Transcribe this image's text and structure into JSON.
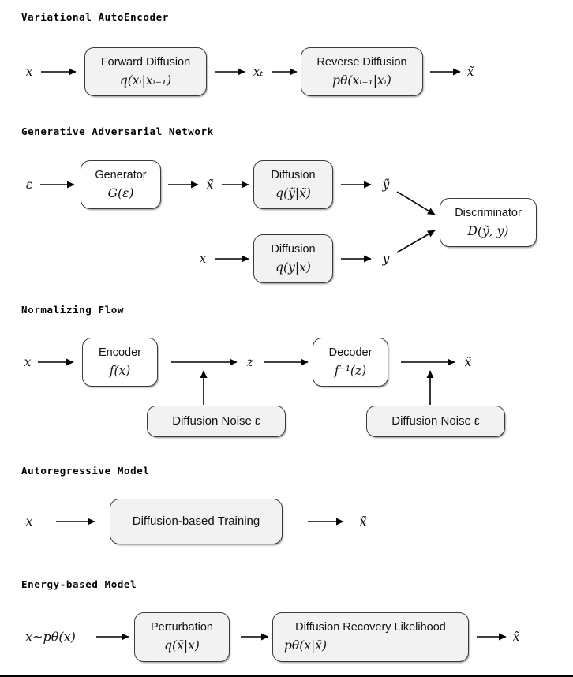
{
  "figure": {
    "background": "#ffffff",
    "box_fill_gray": "#f2f2f2",
    "box_fill_white": "#ffffff",
    "box_border": "#3a3a3a",
    "text_color": "#111111"
  },
  "sections": [
    {
      "heading": "Variational AutoEncoder",
      "nodes": [
        {
          "name": "input-x",
          "label": "x"
        },
        {
          "name": "forward-diffusion",
          "title": "Forward Diffusion",
          "formula": "q(xᵢ|xᵢ₋₁)"
        },
        {
          "name": "latent-xT",
          "label": "xₜ"
        },
        {
          "name": "reverse-diffusion",
          "title": "Reverse Diffusion",
          "formula": "pθ(xᵢ₋₁|xᵢ)"
        },
        {
          "name": "output-xtilde",
          "label": "x̃"
        }
      ]
    },
    {
      "heading": "Generative Adversarial Network",
      "nodes": [
        {
          "name": "input-epsilon",
          "label": "ε"
        },
        {
          "name": "generator",
          "title": "Generator",
          "formula": "G(ε)"
        },
        {
          "name": "generated-xtilde",
          "label": "x̃"
        },
        {
          "name": "diffusion-fake",
          "title": "Diffusion",
          "formula": "q(ỹ|x̃)"
        },
        {
          "name": "ytilde",
          "label": "ỹ"
        },
        {
          "name": "input-x",
          "label": "x"
        },
        {
          "name": "diffusion-real",
          "title": "Diffusion",
          "formula": "q(y|x)"
        },
        {
          "name": "y",
          "label": "y"
        },
        {
          "name": "discriminator",
          "title": "Discriminator",
          "formula": "D(ỹ, y)"
        }
      ]
    },
    {
      "heading": "Normalizing Flow",
      "nodes": [
        {
          "name": "input-x",
          "label": "x"
        },
        {
          "name": "encoder",
          "title": "Encoder",
          "formula": "f(x)"
        },
        {
          "name": "latent-z",
          "label": "z"
        },
        {
          "name": "decoder",
          "title": "Decoder",
          "formula": "f⁻¹(z)"
        },
        {
          "name": "output-xtilde",
          "label": "x̃"
        },
        {
          "name": "diffusion-noise-left",
          "title": "Diffusion Noise  ε"
        },
        {
          "name": "diffusion-noise-right",
          "title": "Diffusion Noise  ε"
        }
      ]
    },
    {
      "heading": "Autoregressive Model",
      "nodes": [
        {
          "name": "input-x",
          "label": "x"
        },
        {
          "name": "diffusion-based-training",
          "title": "Diffusion-based Training"
        },
        {
          "name": "output-xtilde",
          "label": "x̃"
        }
      ]
    },
    {
      "heading": "Energy-based Model",
      "nodes": [
        {
          "name": "input-x-dist",
          "label": "x~pθ(x)"
        },
        {
          "name": "perturbation",
          "title": "Perturbation",
          "formula": "q(x̄|x)"
        },
        {
          "name": "diffusion-recovery-likelihood",
          "title": "Diffusion Recovery Likelihood",
          "formula": "pθ(x|x̄)"
        },
        {
          "name": "output-xtilde",
          "label": "x̃"
        }
      ]
    }
  ]
}
